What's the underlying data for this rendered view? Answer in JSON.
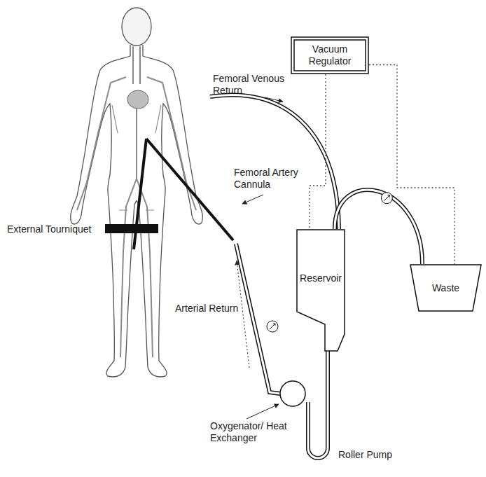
{
  "diagram": {
    "nodes": [
      {
        "text": [
          "Vacuum Regulator"
        ]
      },
      {
        "text": [
          "Reservoir"
        ]
      },
      {
        "text": [
          "Waste"
        ]
      }
    ],
    "edges": [
      {
        "from": 0,
        "to": 1,
        "arrow": "none"
      },
      {
        "from": 0,
        "to": 2,
        "arrow": "none"
      },
      {
        "from": 1,
        "to": 2,
        "arrow": "none"
      }
    ],
    "labels": [
      "Femoral Venous Return",
      "Femoral Artery Cannula",
      "External Tourniquet",
      "Arterial Return",
      "Oxygenator/ Heat Exchanger",
      "Roller Pump"
    ]
  }
}
